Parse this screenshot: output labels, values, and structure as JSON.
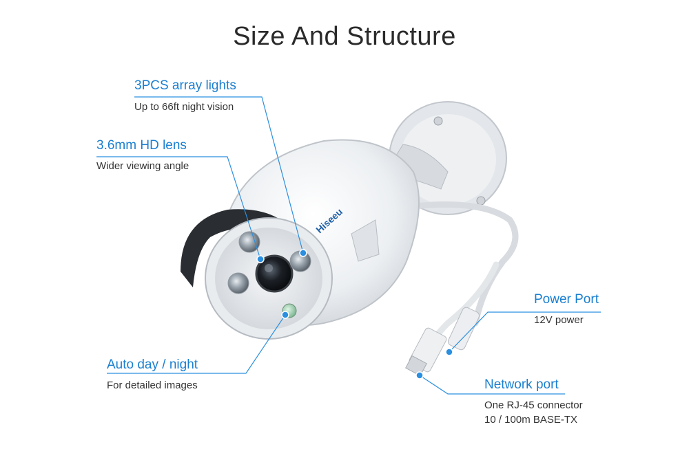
{
  "title": "Size And Structure",
  "brand": "Hiseeu",
  "features": {
    "array_lights": {
      "title": "3PCS array lights",
      "desc": "Up to 66ft night vision"
    },
    "hd_lens": {
      "title": "3.6mm HD lens",
      "desc": "Wider viewing angle"
    },
    "auto_day_night": {
      "title": "Auto day / night",
      "desc": "For detailed images"
    },
    "power_port": {
      "title": "Power Port",
      "desc": "12V power"
    },
    "network_port": {
      "title": "Network port",
      "desc_line1": "One RJ-45 connector",
      "desc_line2": "10 / 100m BASE-TX"
    }
  },
  "colors": {
    "accent": "#1a7fd0",
    "callout_dot": "#2b8fe0"
  }
}
